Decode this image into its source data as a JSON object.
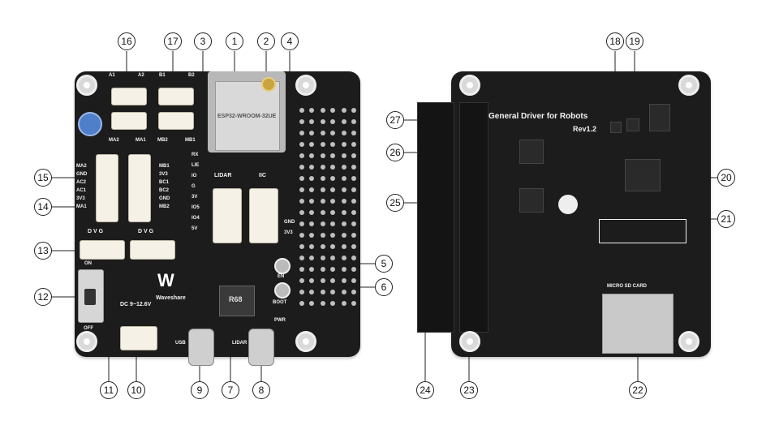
{
  "front_board": {
    "module_label": "ESP32-WROOM-32UE",
    "connectors": {
      "a1": "A1",
      "a2": "A2",
      "b1": "B1",
      "b2": "B2",
      "ma2": "MA2",
      "ma1": "MA1",
      "mb2": "MB2",
      "mb1": "MB1",
      "lidar": "LIDAR",
      "iic": "IIC",
      "left_pins": [
        "MA2",
        "GND",
        "AC2",
        "AC1",
        "3V3",
        "MA1"
      ],
      "right_pins": [
        "MB1",
        "3V3",
        "BC1",
        "BC2",
        "GND",
        "MB2"
      ],
      "io_pins": [
        "RX",
        "LIE",
        "IO",
        "G",
        "3V",
        "IO5",
        "IO4",
        "5V"
      ],
      "dvg_left": "D  V  G",
      "dvg_right": "D  V  G",
      "gnd_lidar": "GND",
      "v33_lidar": "3V3",
      "on": "ON",
      "off": "OFF",
      "en": "EN",
      "boot": "BOOT",
      "pwr": "PWR",
      "dc": "DC 9~12.6V",
      "usb": "USB",
      "lidar_port": "LIDAR",
      "brand": "Waveshare",
      "inductor": "R68"
    }
  },
  "back_board": {
    "title": "General Driver for Robots",
    "rev": "Rev1.2",
    "sd_label": "MICRO SD CARD"
  },
  "callouts": [
    "1",
    "2",
    "3",
    "4",
    "5",
    "6",
    "7",
    "8",
    "9",
    "10",
    "11",
    "12",
    "13",
    "14",
    "15",
    "16",
    "17",
    "18",
    "19",
    "20",
    "21",
    "22",
    "23",
    "24",
    "25",
    "26",
    "27"
  ],
  "colors": {
    "pcb": "#1c1c1c",
    "silkscreen": "#f2f2f2",
    "connector": "#f5f1e6",
    "callout_line": "#222222"
  }
}
